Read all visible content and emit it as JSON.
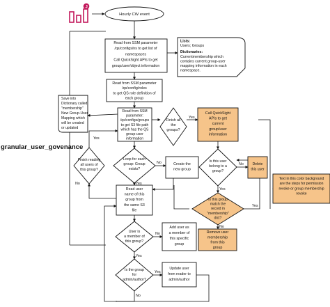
{
  "title": "granular_user_govenance",
  "colors": {
    "highlight": "#f6c48a",
    "icon": "#c2185b",
    "stroke": "#111111"
  },
  "start": [
    "Hourly CW event"
  ],
  "steps": {
    "read_namespaces": [
      "Read from SSM parameter",
      "/qs/configs/ns to get list of",
      "namespaces",
      "Call QuickSight APIs to get",
      "group/user/object information"
    ],
    "read_roles": [
      "Read from SSM parameter",
      "/qs/config/roles",
      "to get QS role definition of",
      "each group"
    ],
    "read_paths": [
      "Read from SSM",
      "parameter:",
      "/qs/configs/groups",
      "to get S3 file path",
      "which has the QS",
      "group-user",
      "information"
    ],
    "call_apis": [
      "Call QuickSight",
      "APIs to get",
      "current",
      "group/user",
      "information"
    ],
    "create_group": [
      "Create the",
      "new group"
    ],
    "delete_user": [
      "Delete",
      "this user"
    ],
    "read_users": [
      "Read user",
      "name of this",
      "group from",
      "the same S3",
      "file"
    ],
    "remove_membership": [
      "Remove user",
      "membership",
      "from this",
      "group"
    ],
    "add_user": [
      "Add user as",
      "a member of",
      "this specific",
      "group"
    ],
    "update_user": [
      "Update user",
      "from reader to",
      "admin/author"
    ]
  },
  "decisions": {
    "finish_groups": [
      "Finish all",
      "the",
      "groups?"
    ],
    "finish_users": [
      "Finish reading",
      "all users of",
      "this group?"
    ],
    "loop_groups": [
      "Loop for each",
      "group: Group",
      "exists?"
    ],
    "user_in_group": [
      "Is this user",
      "belong to a",
      "group?"
    ],
    "group_match": [
      "Is this group",
      "match the",
      "record in",
      "\"membership\"",
      "dict?"
    ],
    "is_member": [
      "User is",
      "a member of",
      "this group?"
    ],
    "is_admin": [
      "Is the group",
      "for",
      "admin/author?"
    ]
  },
  "labels": {
    "yes": "Yes",
    "no": "No",
    "lists_title": "Lists:",
    "lists_body": [
      "Users; Groups"
    ],
    "dict_title": "Dictionaries:",
    "dict_body": [
      "Currentmembership which",
      "contains current group-user",
      "mapping information in each",
      "namespace."
    ],
    "save_note": [
      "Save into",
      "Dictionary called",
      "\"membership\"",
      "New Group-User",
      "Mapping which",
      "will be created",
      "or updated"
    ],
    "legend_note": [
      "Text in this color background",
      "are the steps for permission",
      "revoke or group membership",
      "revoke"
    ]
  }
}
